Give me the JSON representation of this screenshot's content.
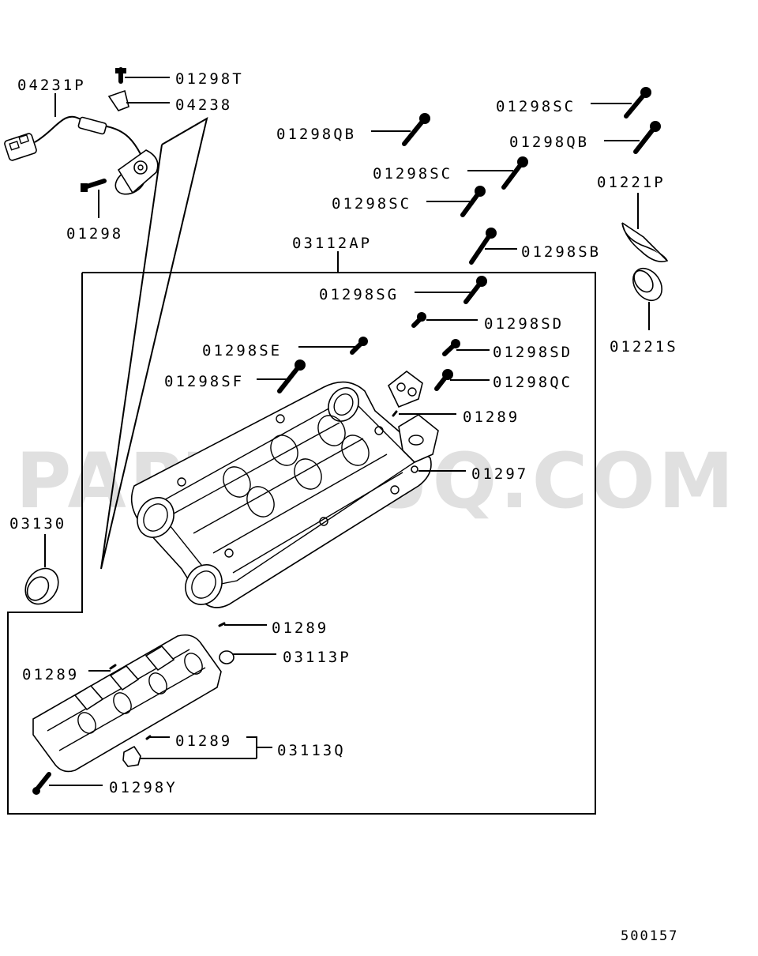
{
  "watermark": "PARTSOUQ.COM",
  "diagram_code": "500157",
  "labels": {
    "p04231P": "04231P",
    "p01298T": "01298T",
    "p04238": "04238",
    "p01298": "01298",
    "p03112AP": "03112AP",
    "p03130": "03130",
    "p01298QB_a": "01298QB",
    "p01298QB_b": "01298QB",
    "p01298SC_a": "01298SC",
    "p01298SC_b": "01298SC",
    "p01298SC_c": "01298SC",
    "p01221P": "01221P",
    "p01221S": "01221S",
    "p01298SB": "01298SB",
    "p01298SG": "01298SG",
    "p01298SD_a": "01298SD",
    "p01298SD_b": "01298SD",
    "p01298SE": "01298SE",
    "p01298SF": "01298SF",
    "p01298QC": "01298QC",
    "p01289_a": "01289",
    "p01297": "01297",
    "p01289_b": "01289",
    "p03113P": "03113P",
    "p01289_c": "01289",
    "p01289_d": "01289",
    "p03113Q": "03113Q",
    "p01298Y": "01298Y"
  }
}
